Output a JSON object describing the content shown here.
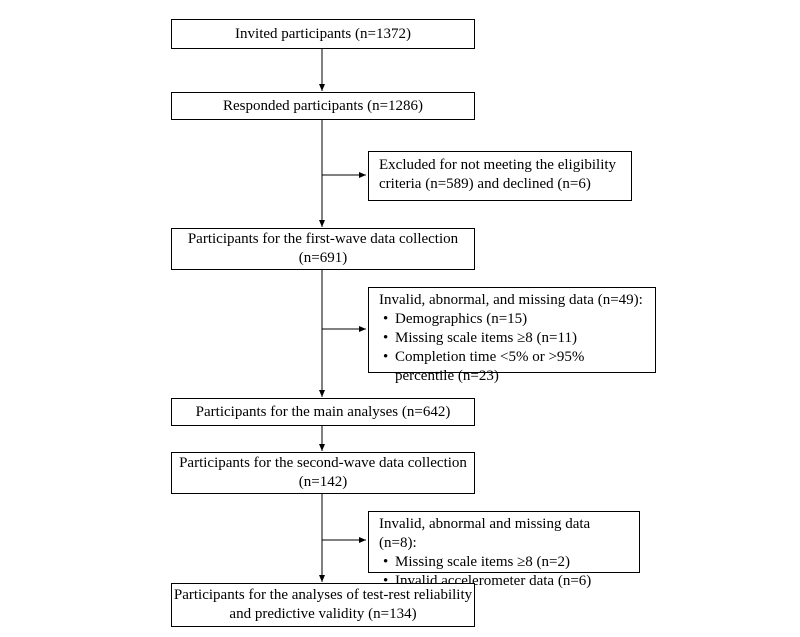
{
  "boxes": {
    "invited": "Invited participants (n=1372)",
    "responded": "Responded participants (n=1286)",
    "excluded": "Excluded for not meeting the eligibility criteria (n=589) and declined (n=6)",
    "first_wave": [
      "Participants for the first-wave data collection",
      "(n=691)"
    ],
    "invalid1": {
      "title": "Invalid, abnormal, and missing data (n=49):",
      "items": [
        "Demographics (n=15)",
        "Missing scale items ≥8 (n=11)",
        "Completion time <5% or >95% percentile (n=23)"
      ]
    },
    "main": "Participants for the main analyses (n=642)",
    "second_wave": [
      "Participants for the second-wave data collection",
      "(n=142)"
    ],
    "invalid2": {
      "title": "Invalid, abnormal and missing data (n=8):",
      "items": [
        "Missing scale items ≥8 (n=2)",
        "Invalid accelerometer data (n=6)"
      ]
    },
    "final": [
      "Participants for the analyses of test-rest reliability",
      "and predictive validity (n=134)"
    ]
  }
}
